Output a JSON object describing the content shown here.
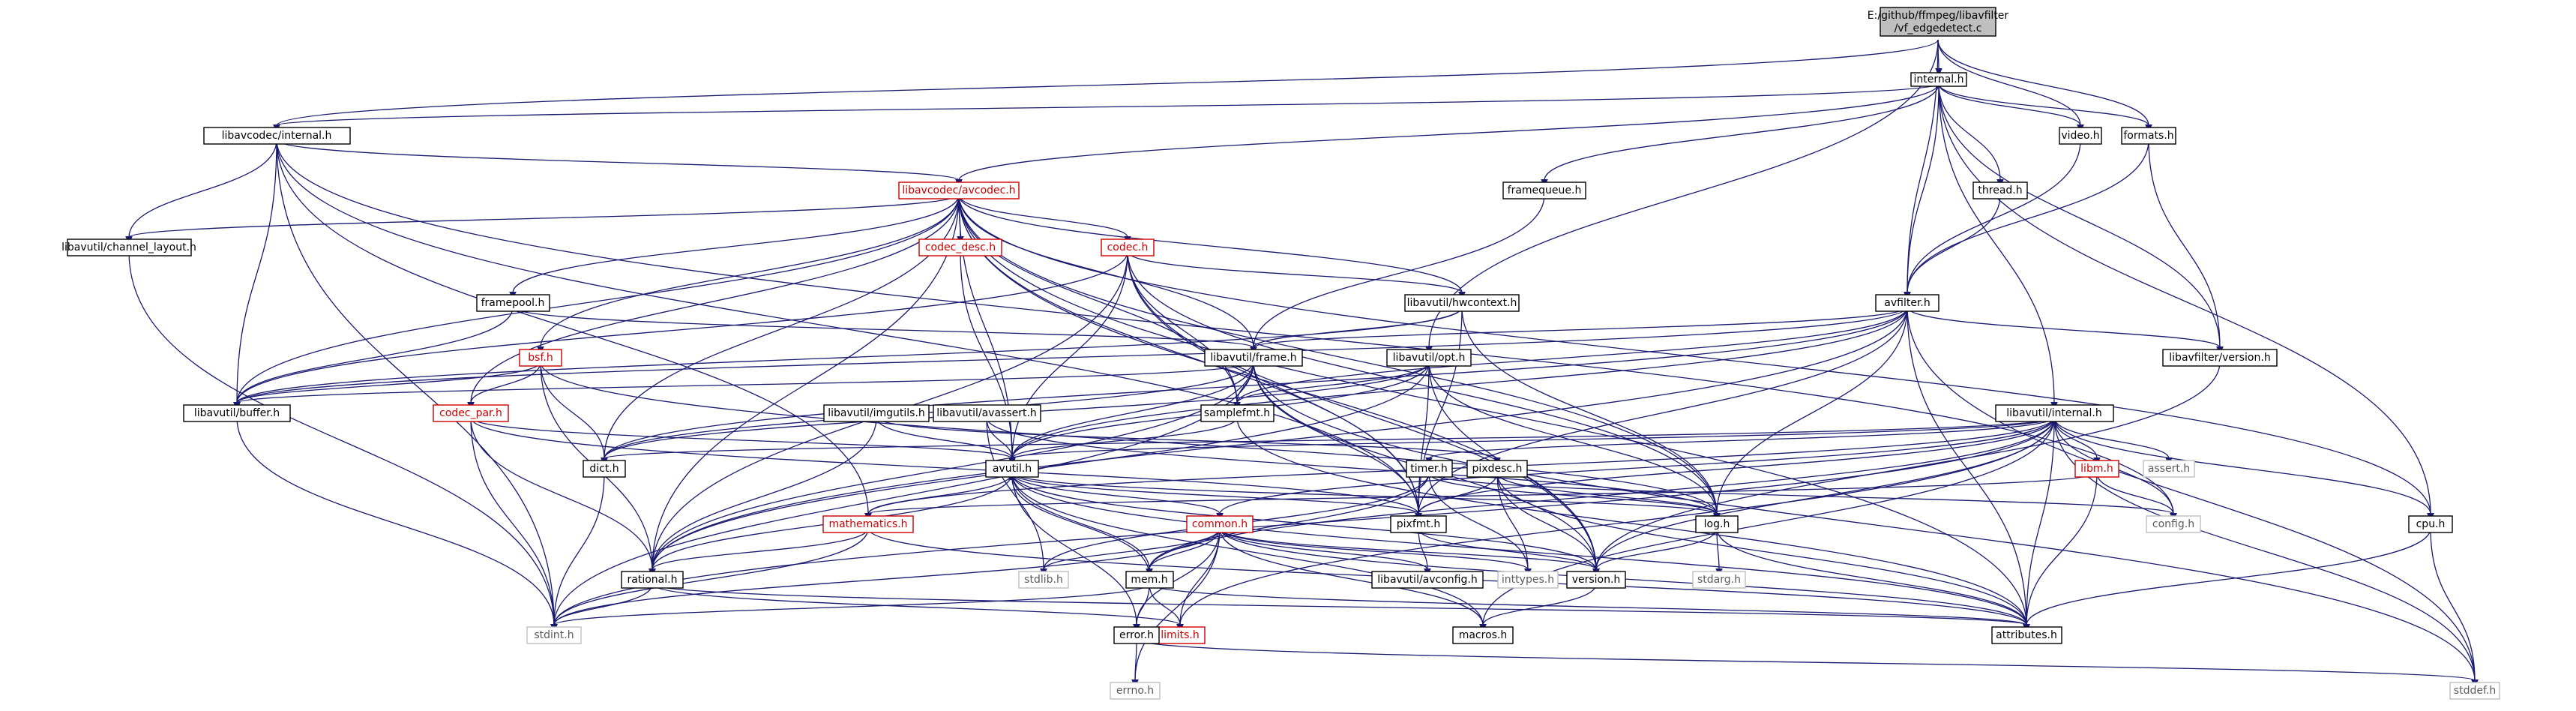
{
  "root": {
    "line1": "E:/github/ffmpeg/libavfilter",
    "line2": "/vf_edgedetect.c"
  },
  "nodes": {
    "internal_h": "internal.h",
    "video_h": "video.h",
    "formats_h": "formats.h",
    "libavcodec_internal_h": "libavcodec/internal.h",
    "framequeue_h": "framequeue.h",
    "thread_h": "thread.h",
    "libavcodec_avcodec_h": "libavcodec/avcodec.h",
    "codec_desc_h": "codec_desc.h",
    "codec_h": "codec.h",
    "channel_layout_h": "libavutil/channel_layout.h",
    "framepool_h": "framepool.h",
    "hwcontext_h": "libavutil/hwcontext.h",
    "avfilter_h": "avfilter.h",
    "bsf_h": "bsf.h",
    "frame_h": "libavutil/frame.h",
    "opt_h": "libavutil/opt.h",
    "libavfilter_version_h": "libavfilter/version.h",
    "buffer_h": "libavutil/buffer.h",
    "codec_par_h": "codec_par.h",
    "imgutils_h": "libavutil/imgutils.h",
    "avassert_h": "libavutil/avassert.h",
    "samplefmt_h": "samplefmt.h",
    "libavutil_internal_h": "libavutil/internal.h",
    "dict_h": "dict.h",
    "avutil_h": "avutil.h",
    "timer_h": "timer.h",
    "pixdesc_h": "pixdesc.h",
    "libm_h": "libm.h",
    "assert_h": "assert.h",
    "mathematics_h": "mathematics.h",
    "common_h": "common.h",
    "pixfmt_h": "pixfmt.h",
    "log_h": "log.h",
    "config_h": "config.h",
    "cpu_h": "cpu.h",
    "stdlib_h": "stdlib.h",
    "avconfig_h": "libavutil/avconfig.h",
    "inttypes_h": "inttypes.h",
    "version_h": "version.h",
    "stdarg_h": "stdarg.h",
    "rational_h": "rational.h",
    "mem_h": "mem.h",
    "stdint_h": "stdint.h",
    "limits_h": "limits.h",
    "attributes_h": "attributes.h",
    "macros_h": "macros.h",
    "error_h": "error.h",
    "errno_h": "errno.h",
    "stddef_h": "stddef.h"
  },
  "style": {
    "edge_color": "#191970",
    "red_node_color": "#cc0000",
    "system_node_color": "#bfbfbf",
    "root_fill": "#bfbfbf"
  }
}
